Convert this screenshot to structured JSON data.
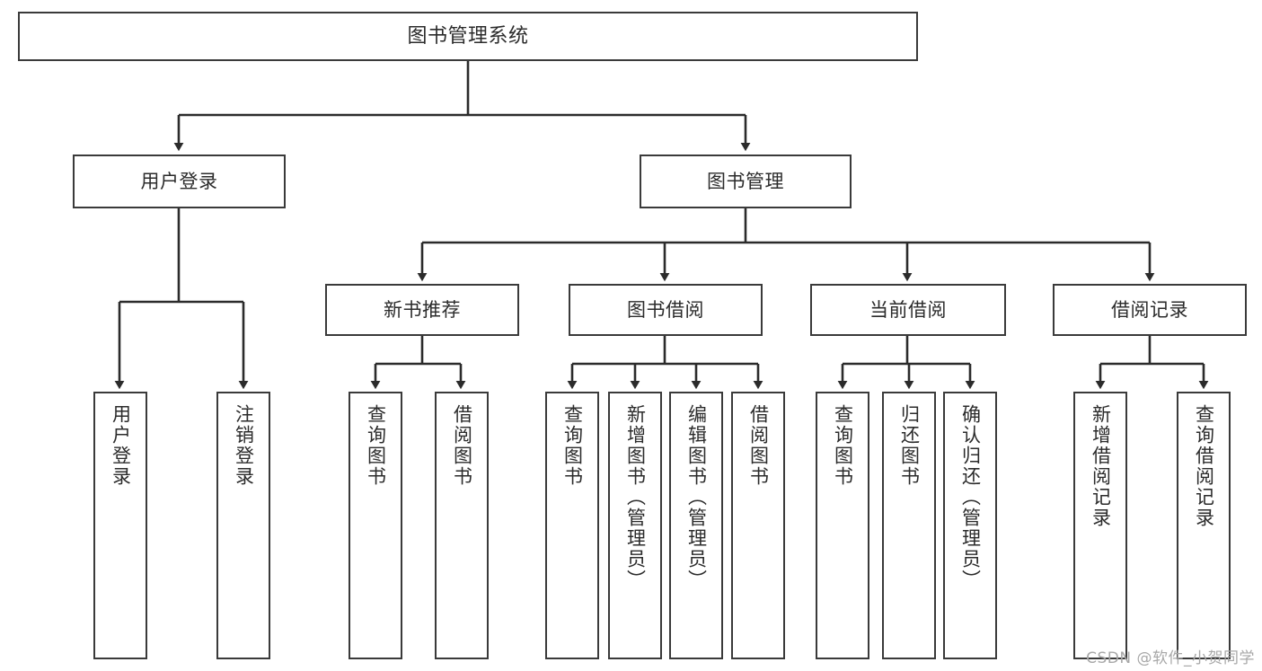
{
  "diagram": {
    "title": "图书管理系统",
    "type": "tree",
    "watermark": "CSDN @软件_小贺同学",
    "colors": {
      "stroke": "#3a3a3a",
      "text": "#2b2b2b",
      "background": "#ffffff",
      "watermark": "#a8a8a8"
    },
    "root": {
      "label": "图书管理系统"
    },
    "level2": [
      {
        "label": "用户登录"
      },
      {
        "label": "图书管理"
      }
    ],
    "level3": [
      {
        "label": "新书推荐"
      },
      {
        "label": "图书借阅"
      },
      {
        "label": "当前借阅"
      },
      {
        "label": "借阅记录"
      }
    ],
    "leaves": {
      "user_login": [
        {
          "label": "用户登录"
        },
        {
          "label": "注销登录"
        }
      ],
      "new_book": [
        {
          "label": "查询图书"
        },
        {
          "label": "借阅图书"
        }
      ],
      "book_borrow": [
        {
          "label": "查询图书"
        },
        {
          "label": "新增图书（管理员）"
        },
        {
          "label": "编辑图书（管理员）"
        },
        {
          "label": "借阅图书"
        }
      ],
      "current_borrow": [
        {
          "label": "查询图书"
        },
        {
          "label": "归还图书"
        },
        {
          "label": "确认归还（管理员）"
        }
      ],
      "borrow_record": [
        {
          "label": "新增借阅记录"
        },
        {
          "label": "查询借阅记录"
        }
      ]
    }
  }
}
